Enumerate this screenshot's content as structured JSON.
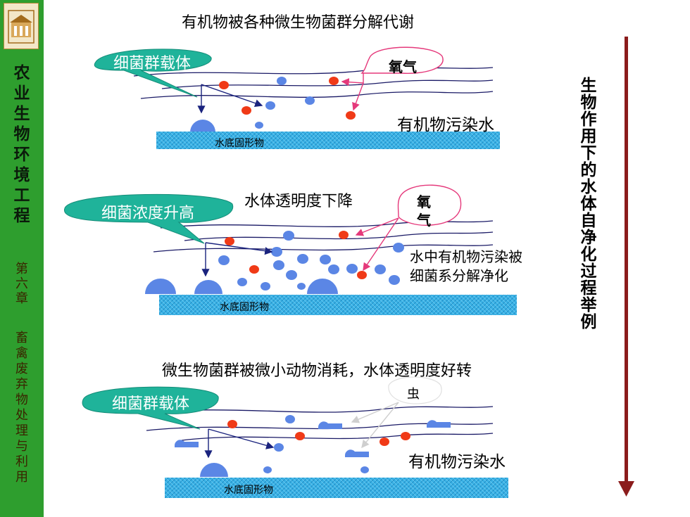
{
  "sidebar": {
    "title_chars": [
      "农",
      "业",
      "生",
      "物",
      "环",
      "境",
      "工",
      "程"
    ],
    "chapter_chars": [
      "第",
      "六",
      "章"
    ],
    "subject_chars": [
      "畜",
      "禽",
      "废",
      "弃",
      "物",
      "处",
      "理",
      "与",
      "利",
      "用"
    ],
    "colors": {
      "background": "#2e9e2e",
      "logo_bg": "#f3e7c8"
    }
  },
  "vertical_caption_chars": [
    "生",
    "物",
    "作",
    "用",
    "下",
    "的",
    "水",
    "体",
    "自",
    "净",
    "化",
    "过",
    "程",
    "举",
    "例"
  ],
  "panel1": {
    "heading": "有机物被各种微生物菌群分解代谢",
    "bubble": "细菌群载体",
    "oxygen": "氧气",
    "water_label": "有机物污染水",
    "sediment": "水底固形物"
  },
  "panel2": {
    "heading": "水体透明度下降",
    "bubble": "细菌浓度升高",
    "oxygen_chars": [
      "氧",
      "气"
    ],
    "desc_lines": [
      "水中有机物污染被",
      "细菌系分解净化"
    ],
    "sediment": "水底固形物"
  },
  "panel3": {
    "heading": "微生物菌群被微小动物消耗，水体透明度好转",
    "bubble": "细菌群载体",
    "worm": "虫",
    "water_label": "有机物污染水",
    "sediment": "水底固形物"
  },
  "colors": {
    "bacteria_blue": "#5b86e5",
    "oxygen_red": "#f03a17",
    "bubble_teal": "#1fb39a",
    "sediment": "#3ab2e6",
    "arrow_dark_red": "#8b1c1c"
  }
}
